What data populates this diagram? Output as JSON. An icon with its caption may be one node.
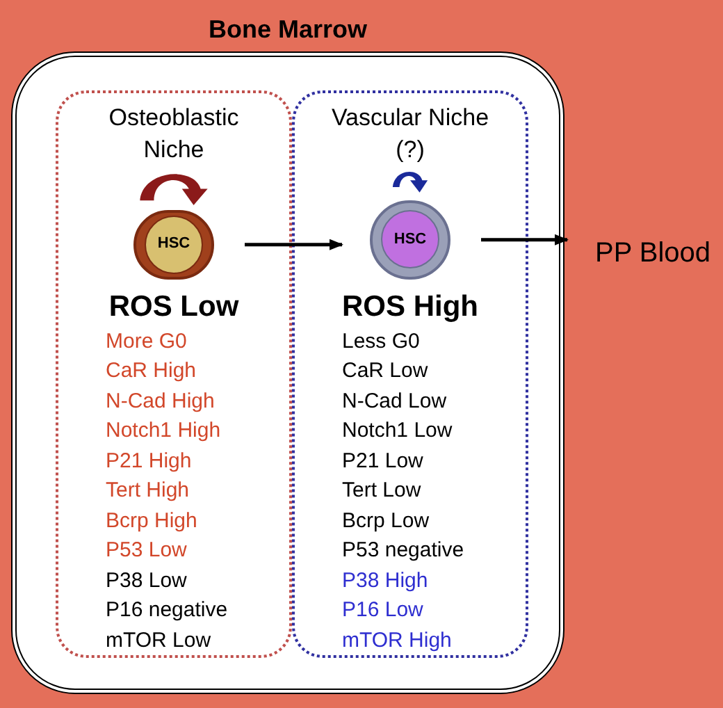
{
  "diagram": {
    "nodes": [
      {
        "text": [
          "Bone Marrow"
        ]
      },
      {
        "text": [
          "Osteoblastic Niche",
          "ROS Low",
          "More G0",
          "CaR High",
          "N-Cad High",
          "Notch1 High",
          "P21 High",
          "Tert High",
          "Bcrp High",
          "P53 Low",
          "P38 Low",
          "P16 negative",
          "mTOR Low"
        ],
        "in": 0
      },
      {
        "text": [
          "HSC"
        ],
        "in": 1
      },
      {
        "text": [
          "Vascular Niche (?)",
          "ROS High",
          "Less G0",
          "CaR Low",
          "N-Cad Low",
          "Notch1 Low",
          "P21 Low",
          "Tert Low",
          "Bcrp Low",
          "P53 negative",
          "P38 High",
          "P16 Low",
          "mTOR High"
        ],
        "in": 0
      },
      {
        "text": [
          "HSC"
        ],
        "in": 3
      },
      {
        "text": [
          "PP Blood"
        ]
      }
    ],
    "edges": [
      {
        "from": 2,
        "to": 4,
        "arrow": "to"
      },
      {
        "from": 4,
        "to": 5,
        "arrow": "to"
      }
    ]
  }
}
